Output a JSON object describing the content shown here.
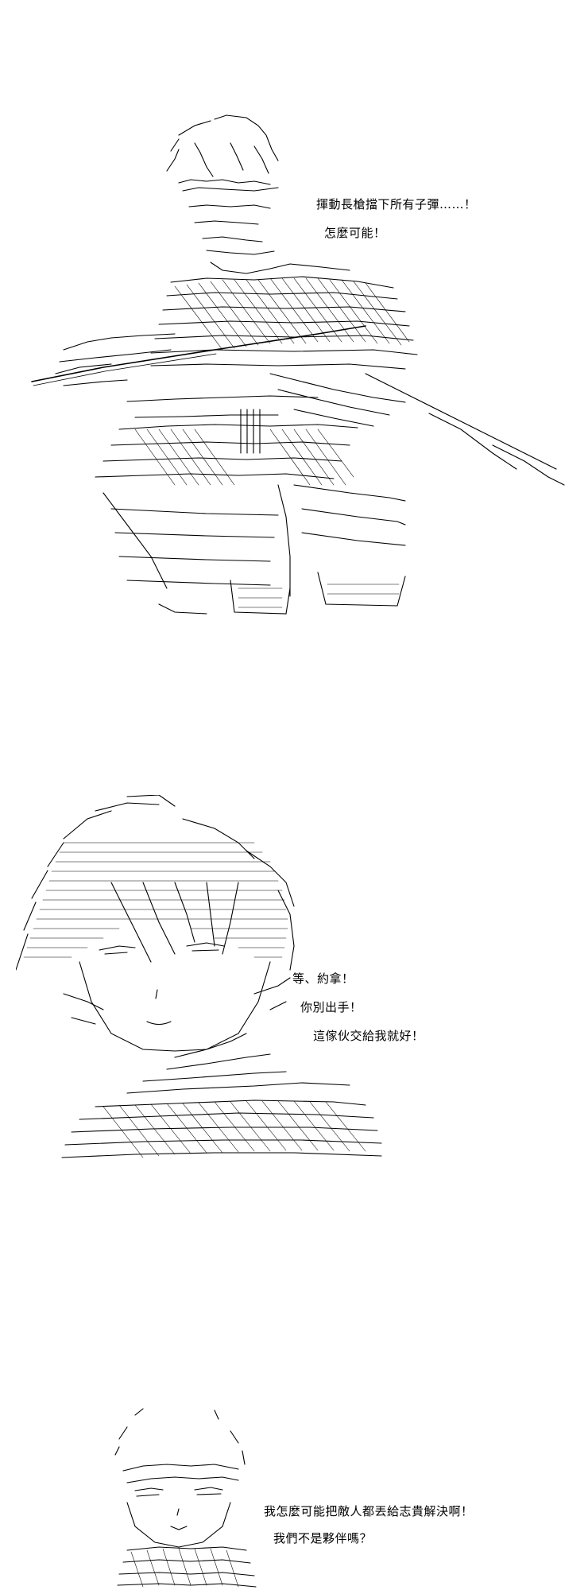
{
  "panels": [
    {
      "dialogue": [
        "揮動長槍擋下所有子彈……！",
        "怎麼可能！"
      ]
    },
    {
      "dialogue": [
        "等、約拿！",
        "你別出手！",
        "這傢伙交給我就好！"
      ]
    },
    {
      "dialogue": [
        "我怎麼可能把敵人都丟給志貴解決啊！",
        "我們不是夥伴嗎？"
      ]
    }
  ],
  "colors": {
    "ink": "#000000",
    "background": "#ffffff"
  }
}
